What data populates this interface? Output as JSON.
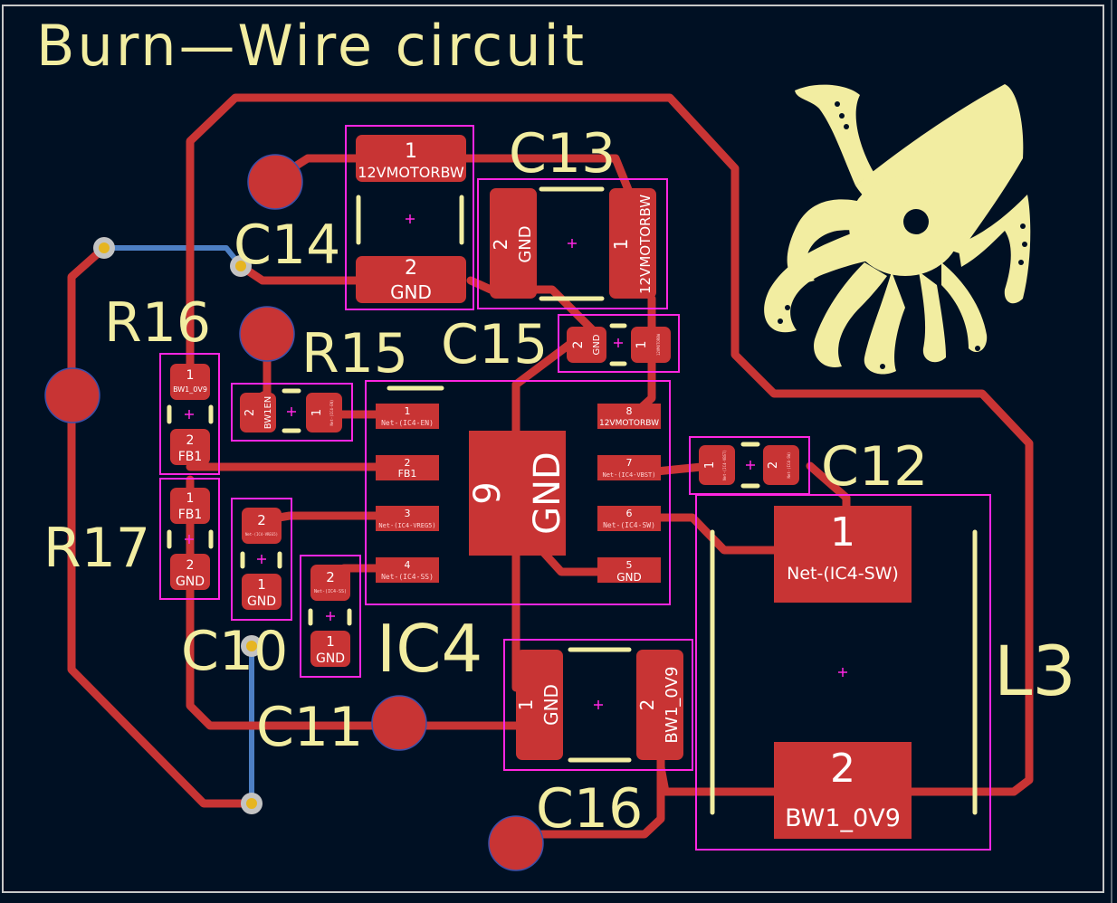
{
  "board": {
    "title": "Burn—Wire circuit"
  },
  "colors": {
    "background": "#001023",
    "copper_top": "#c83434",
    "copper_bottom": "#4d7fc4",
    "silkscreen": "#f2eda1",
    "courtyard": "#ff26e2",
    "via": "#c3c3c3",
    "via_hole": "#e6b521",
    "edge": "#c8c8c8"
  },
  "refs": {
    "c13": "C13",
    "c14": "C14",
    "c15": "C15",
    "c12": "C12",
    "c10": "C10",
    "c11": "C11",
    "c16": "C16",
    "r15": "R15",
    "r16": "R16",
    "r17": "R17",
    "ic4": "IC4",
    "l3": "L3"
  },
  "pads": {
    "c14_1_num": "1",
    "c14_1_net": "12VMOTORBW",
    "c14_2_num": "2",
    "c14_2_net": "GND",
    "c13_2_num": "2",
    "c13_2_net": "GND",
    "c13_1_num": "1",
    "c13_1_net": "12VMOTORBW",
    "c15_2_num": "2",
    "c15_2_net": "GND",
    "c15_1_num": "1",
    "c15_1_net": "12VMOTORBW",
    "r15_2_num": "2",
    "r15_2_net": "BW1EN",
    "r15_1_num": "1",
    "r15_1_net": "Net-(IC4-EN)",
    "r16_1_num": "1",
    "r16_1_net": "BW1_0V9",
    "r16_2_num": "2",
    "r16_2_net": "FB1",
    "r17_1_num": "1",
    "r17_1_net": "FB1",
    "r17_2_num": "2",
    "r17_2_net": "GND",
    "c10_2_num": "2",
    "c10_2_net": "Net-(IC4-VREG5)",
    "c10_1_num": "1",
    "c10_1_net": "GND",
    "c11_2_num": "2",
    "c11_2_net": "Net-(IC4-SS)",
    "c11_1_num": "1",
    "c11_1_net": "GND",
    "ic4_1_num": "1",
    "ic4_1_net": "Net-(IC4-EN)",
    "ic4_2_num": "2",
    "ic4_2_net": "FB1",
    "ic4_3_num": "3",
    "ic4_3_net": "Net-(IC4-VREG5)",
    "ic4_4_num": "4",
    "ic4_4_net": "Net-(IC4-SS)",
    "ic4_5_num": "5",
    "ic4_5_net": "GND",
    "ic4_6_num": "6",
    "ic4_6_net": "Net-(IC4-SW)",
    "ic4_7_num": "7",
    "ic4_7_net": "Net-(IC4-VBST)",
    "ic4_8_num": "8",
    "ic4_8_net": "12VMOTORBW",
    "ic4_9_num": "9",
    "ic4_9_net": "GND",
    "c12_1_num": "1",
    "c12_1_net": "Net-(IC4-VBST)",
    "c12_2_num": "2",
    "c12_2_net": "Net-(IC4-SW)",
    "c16_1_num": "1",
    "c16_1_net": "GND",
    "c16_2_num": "2",
    "c16_2_net": "BW1_0V9",
    "l3_1_num": "1",
    "l3_1_net": "Net-(IC4-SW)",
    "l3_2_num": "2",
    "l3_2_net": "BW1_0V9"
  }
}
